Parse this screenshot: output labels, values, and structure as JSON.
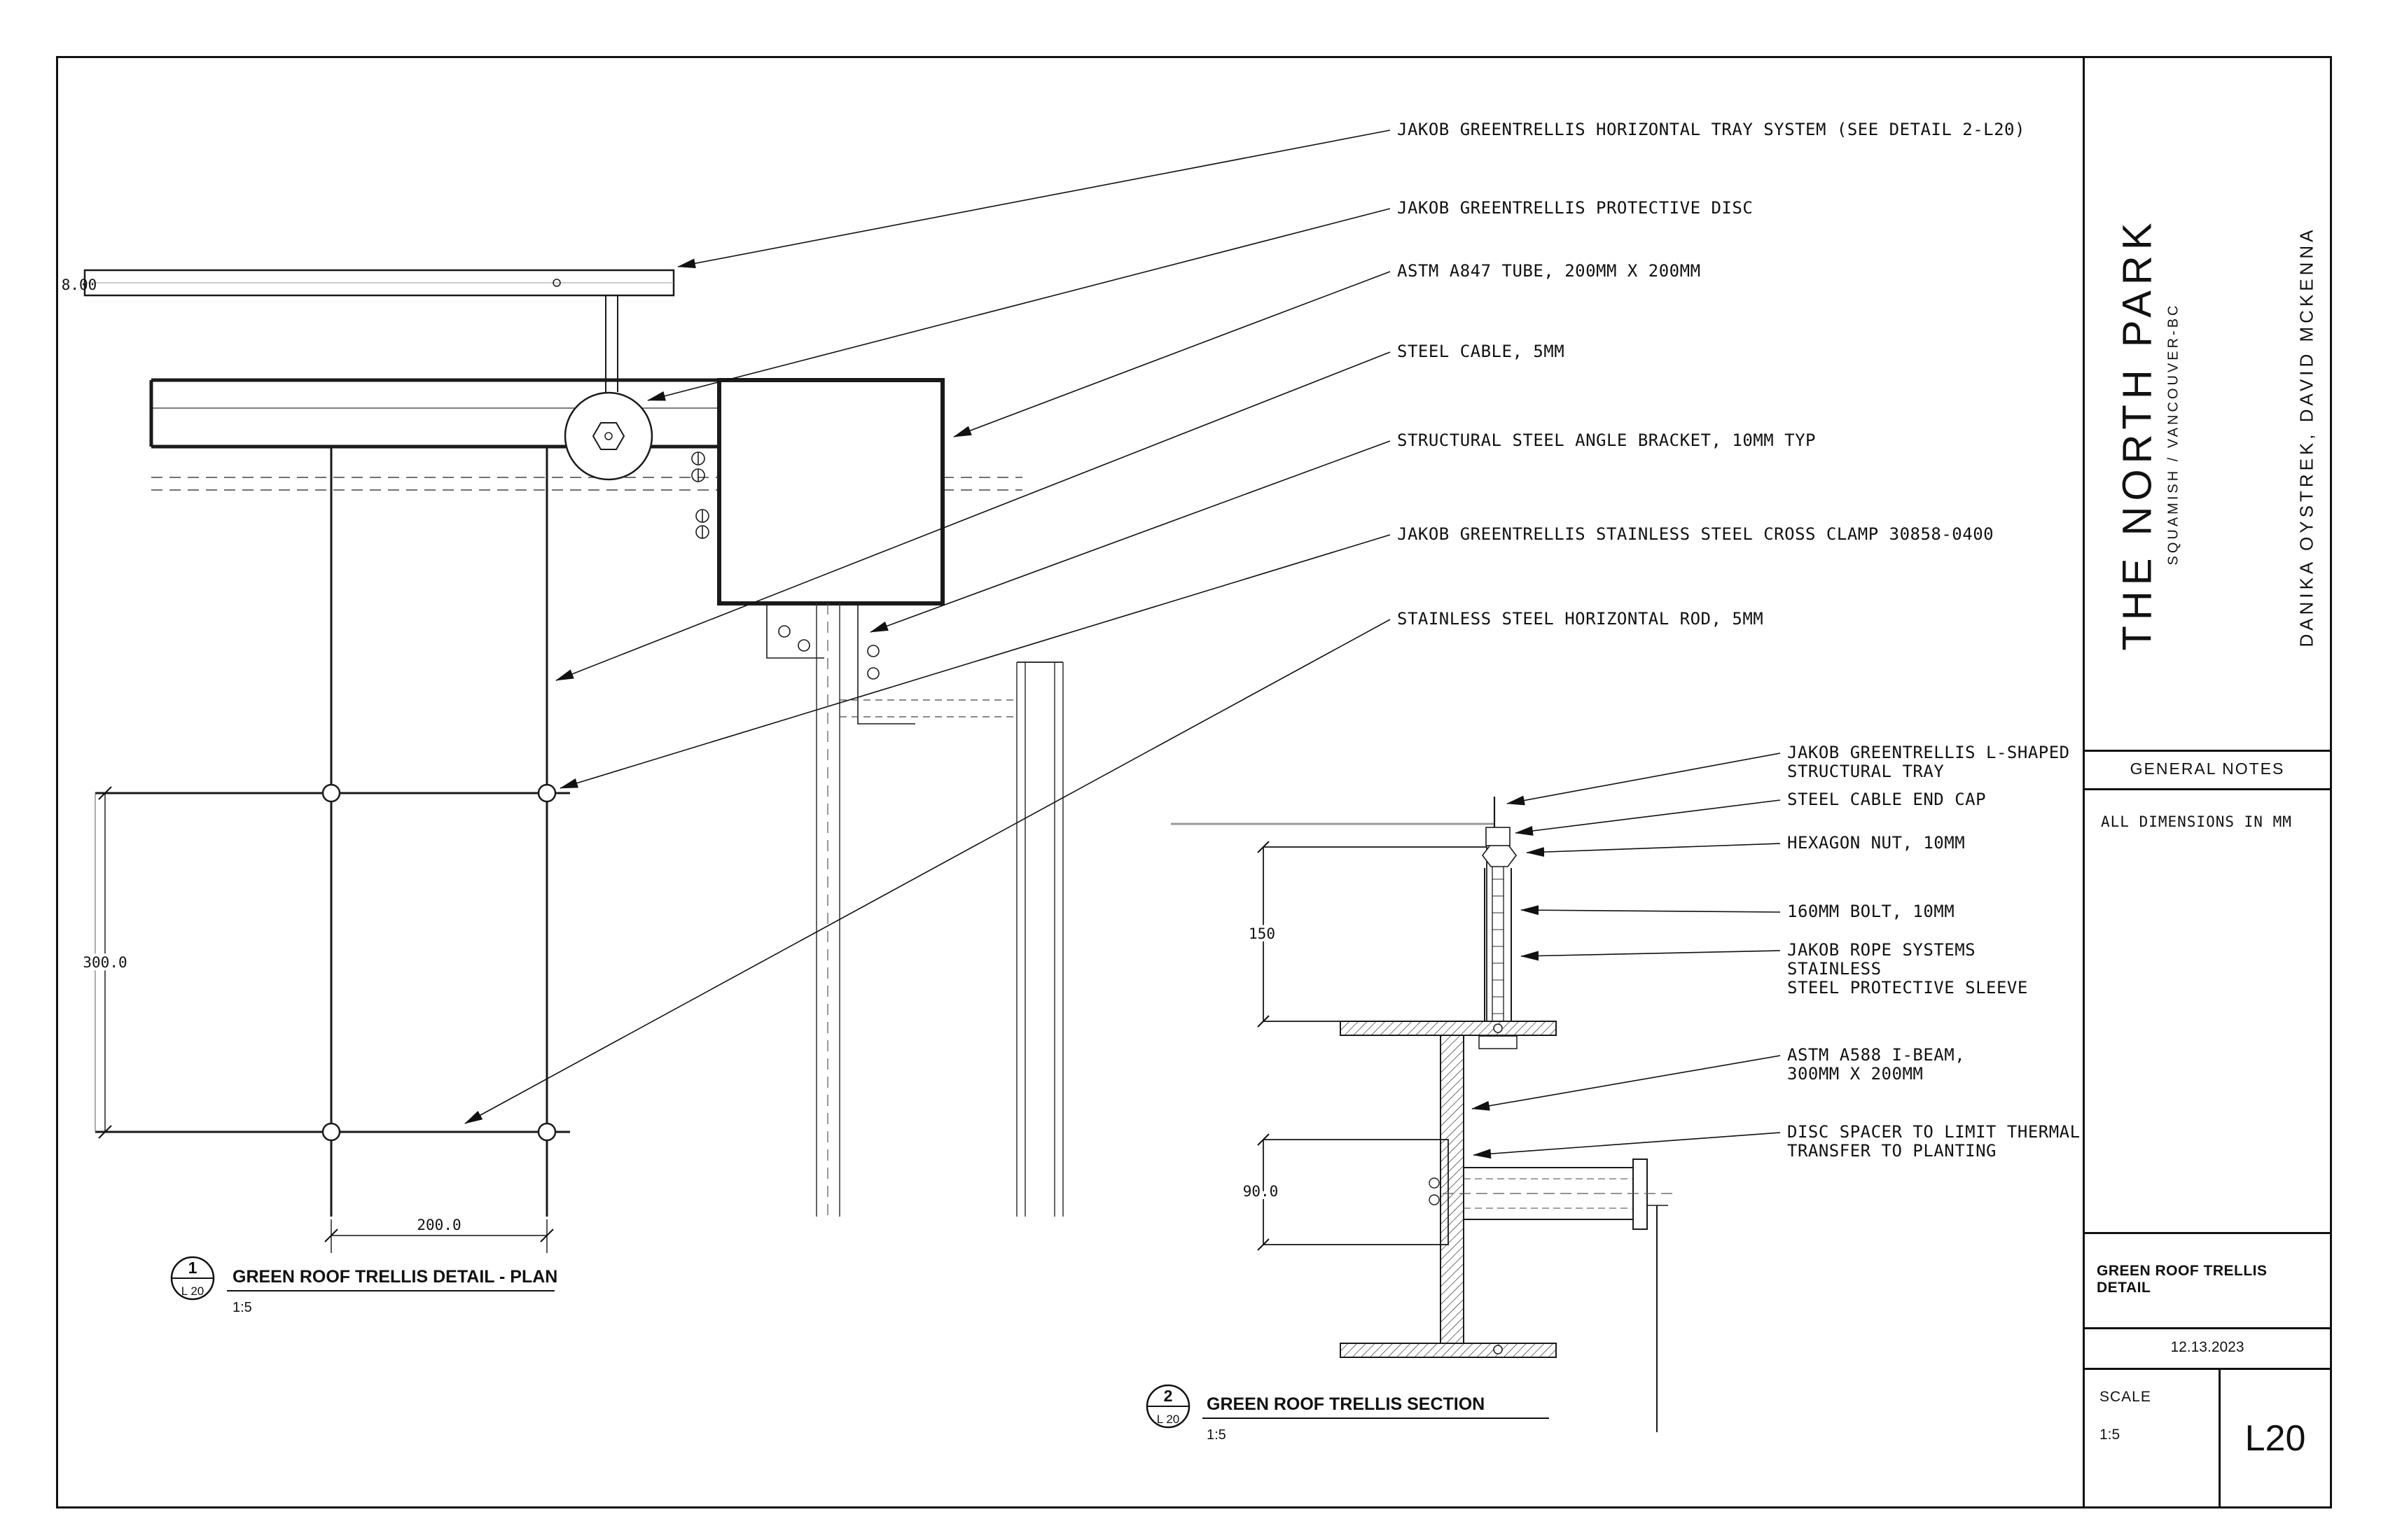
{
  "sheet": {
    "project_name": "THE NORTH PARK",
    "project_location": "SQUAMISH / VANCOUVER-BC",
    "authors": "DANIKA OYSTREK, DAVID MCKENNA",
    "general_notes_header": "GENERAL NOTES",
    "general_note_1": "ALL DIMENSIONS IN MM",
    "sheet_title": "GREEN ROOF TRELLIS DETAIL",
    "date": "12.13.2023",
    "scale_label": "SCALE",
    "scale_value": "1:5",
    "sheet_number": "L20"
  },
  "plan": {
    "callouts": [
      "JAKOB GREENTRELLIS HORIZONTAL TRAY SYSTEM (SEE DETAIL 2-L20)",
      "JAKOB GREENTRELLIS PROTECTIVE DISC",
      "ASTM A847 TUBE, 200MM X 200MM",
      "STEEL CABLE, 5MM",
      "STRUCTURAL STEEL ANGLE BRACKET, 10MM TYP",
      "JAKOB GREENTRELLIS STAINLESS STEEL CROSS CLAMP 30858-0400",
      "STAINLESS STEEL HORIZONTAL ROD, 5MM"
    ],
    "dims": {
      "tray_depth": "8.00",
      "panel_height": "300.0",
      "panel_width": "200.0"
    },
    "bubble": {
      "number": "1",
      "sheet": "L 20"
    },
    "title": "GREEN ROOF TRELLIS DETAIL - PLAN",
    "scale": "1:5"
  },
  "section": {
    "callout_lines": [
      [
        "JAKOB GREENTRELLIS L-SHAPED",
        "STRUCTURAL TRAY"
      ],
      [
        "STEEL CABLE END CAP"
      ],
      [
        "HEXAGON NUT, 10MM"
      ],
      [
        "160MM BOLT, 10MM"
      ],
      [
        "JAKOB ROPE SYSTEMS",
        "STAINLESS",
        "STEEL PROTECTIVE SLEEVE"
      ],
      [
        "ASTM A588 I-BEAM,",
        "300MM X 200MM"
      ],
      [
        "DISC SPACER TO LIMIT THERMAL",
        "TRANSFER TO PLANTING"
      ]
    ],
    "dims": {
      "upper": "150",
      "lower": "90.0"
    },
    "bubble": {
      "number": "2",
      "sheet": "L 20"
    },
    "title": "GREEN ROOF TRELLIS SECTION",
    "scale": "1:5"
  }
}
